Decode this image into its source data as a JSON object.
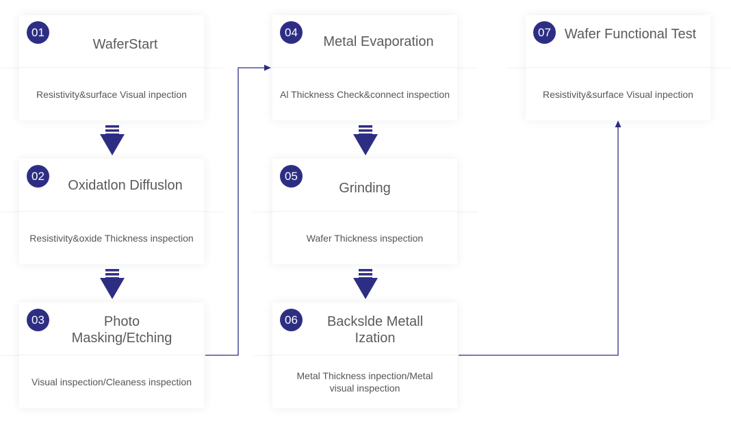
{
  "colors": {
    "accent": "#2d2e83",
    "title_text": "#5a5a5a",
    "desc_text": "#555555",
    "card_bg": "#ffffff",
    "divider": "#f1f1f1"
  },
  "steps": [
    {
      "number": "01",
      "title": "WaferStart",
      "description": "Resistivity&surface Visual inpection"
    },
    {
      "number": "02",
      "title": "Oxidatlon Diffuslon",
      "description": "Resistivity&oxide Thickness inspection"
    },
    {
      "number": "03",
      "title": "Photo Masking/Etching",
      "description": "Visual inspection/Cleaness inspection"
    },
    {
      "number": "04",
      "title": "Metal Evaporation",
      "description": "Al Thickness Check&connect inspection"
    },
    {
      "number": "05",
      "title": "Grinding",
      "description": "Wafer Thickness inspection"
    },
    {
      "number": "06",
      "title": "Backslde Metall Ization",
      "description": "Metal Thickness inpection/Metal visual inspection"
    },
    {
      "number": "07",
      "title": "Wafer Functional Test",
      "description": "Resistivity&surface Visual inpection"
    }
  ],
  "connectors": [
    {
      "from": "03",
      "to": "04",
      "type": "elbow-arrow"
    },
    {
      "from": "06",
      "to": "07",
      "type": "elbow-arrow"
    },
    {
      "from": "01",
      "to": "02",
      "type": "down-arrow"
    },
    {
      "from": "02",
      "to": "03",
      "type": "down-arrow"
    },
    {
      "from": "04",
      "to": "05",
      "type": "down-arrow"
    },
    {
      "from": "05",
      "to": "06",
      "type": "down-arrow"
    }
  ]
}
